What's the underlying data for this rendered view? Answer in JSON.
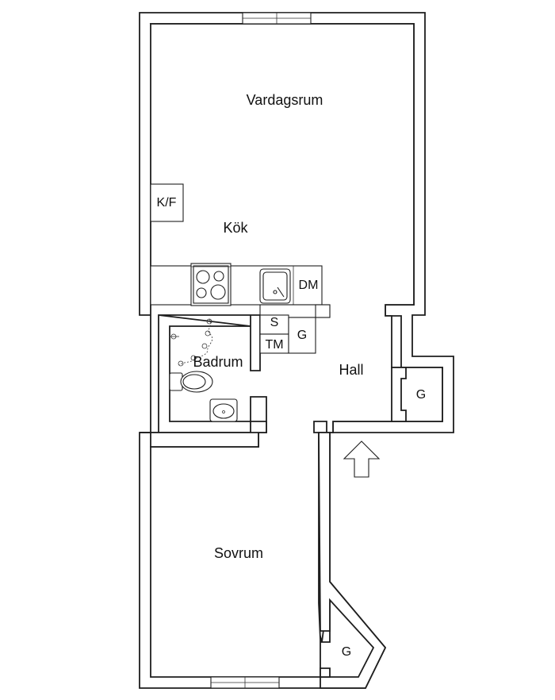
{
  "rooms": {
    "vardagsrum": "Vardagsrum",
    "kok": "Kök",
    "badrum": "Badrum",
    "hall": "Hall",
    "sovrum": "Sovrum"
  },
  "fixtures": {
    "kf": "K/F",
    "dm": "DM",
    "s": "S",
    "tm": "TM",
    "g_kitchen": "G",
    "g_hall": "G",
    "g_sovrum": "G"
  },
  "icons": [
    "stove-icon",
    "sink-icon",
    "shower-icon",
    "toilet-icon",
    "washbasin-icon",
    "entrance-arrow-icon",
    "window-icon"
  ]
}
